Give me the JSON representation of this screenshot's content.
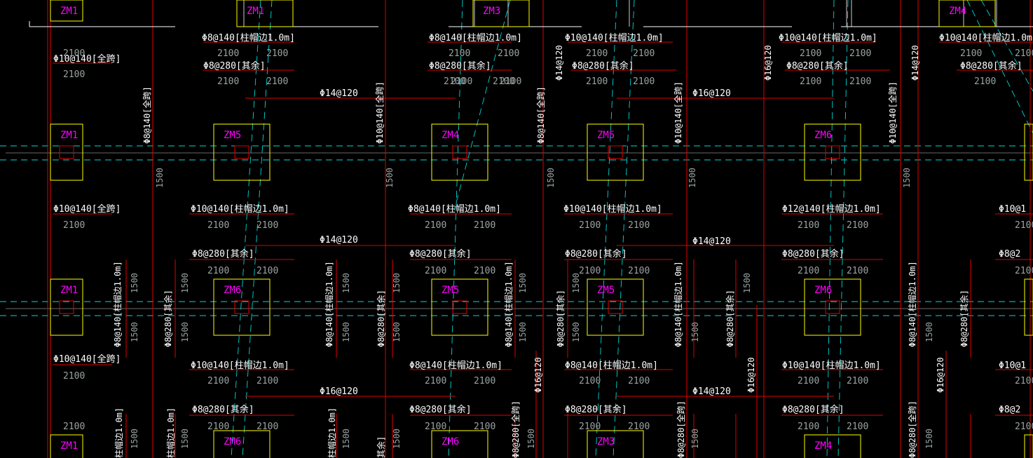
{
  "colors": {
    "background": "#000000",
    "rebar_red": "#e00000",
    "pad_yellow": "#ffff00",
    "axis_cyan": "#00d7d7",
    "label_magenta": "#ff00ff",
    "text_white": "#ffffff",
    "dim_gray": "#9aa3a3"
  },
  "pads": [
    {
      "label": "ZM1"
    },
    {
      "label": "ZM1"
    },
    {
      "label": "ZM3"
    },
    {
      "label": "ZM4"
    },
    {
      "label": "ZM1"
    },
    {
      "label": "ZM5"
    },
    {
      "label": "ZM4"
    },
    {
      "label": "ZM5"
    },
    {
      "label": "ZM6"
    },
    {
      "label": "ZM1"
    },
    {
      "label": "ZM6"
    },
    {
      "label": "ZM5"
    },
    {
      "label": "ZM5"
    },
    {
      "label": "ZM6"
    },
    {
      "label": "ZM1"
    },
    {
      "label": "ZM6"
    },
    {
      "label": "ZM6"
    },
    {
      "label": "ZM3"
    },
    {
      "label": "ZM4"
    }
  ],
  "horizontal_labels": [
    {
      "text": "Φ8@140[柱帽边1.0m]"
    },
    {
      "text": "Φ8@140[柱帽边1.0m]"
    },
    {
      "text": "Φ10@140[柱帽边1.0m]"
    },
    {
      "text": "Φ10@140[柱帽边1.0m]"
    },
    {
      "text": "Φ10@140[柱帽边1.0m]"
    },
    {
      "text": "Φ10@140[全跨]"
    },
    {
      "text": "Φ8@280[其余]"
    },
    {
      "text": "Φ8@280[其余]"
    },
    {
      "text": "Φ8@280[其余]"
    },
    {
      "text": "Φ8@280[其余]"
    },
    {
      "text": "Φ8@280[其余]"
    },
    {
      "text": "Φ14@120"
    },
    {
      "text": "Φ16@120"
    },
    {
      "text": "Φ10@140[全跨]"
    },
    {
      "text": "Φ10@140[柱帽边1.0m]"
    },
    {
      "text": "Φ8@140[柱帽边1.0m]"
    },
    {
      "text": "Φ10@140[柱帽边1.0m]"
    },
    {
      "text": "Φ12@140[柱帽边1.0m]"
    },
    {
      "text": "Φ10@1"
    },
    {
      "text": "Φ14@120"
    },
    {
      "text": "Φ14@120"
    },
    {
      "text": "Φ8@280[其余]"
    },
    {
      "text": "Φ8@280[其余]"
    },
    {
      "text": "Φ8@280[其余]"
    },
    {
      "text": "Φ8@280[其余]"
    },
    {
      "text": "Φ8@2"
    },
    {
      "text": "Φ10@140[全跨]"
    },
    {
      "text": "Φ10@140[柱帽边1.0m]"
    },
    {
      "text": "Φ8@140[柱帽边1.0m]"
    },
    {
      "text": "Φ8@140[柱帽边1.0m]"
    },
    {
      "text": "Φ10@140[柱帽边1.0m]"
    },
    {
      "text": "Φ10@1"
    },
    {
      "text": "Φ16@120"
    },
    {
      "text": "Φ14@120"
    },
    {
      "text": "Φ8@280[其余]"
    },
    {
      "text": "Φ8@280[其余]"
    },
    {
      "text": "Φ8@280[其余]"
    },
    {
      "text": "Φ8@280[其余]"
    },
    {
      "text": "Φ8@2"
    }
  ],
  "dimension_labels": [
    {
      "text": "2100"
    },
    {
      "text": "2100"
    },
    {
      "text": "2100"
    },
    {
      "text": "2100"
    },
    {
      "text": "2100"
    },
    {
      "text": "2100"
    },
    {
      "text": "2100"
    },
    {
      "text": "2100"
    },
    {
      "text": "2100"
    },
    {
      "text": "2100"
    },
    {
      "text": "2100"
    },
    {
      "text": "2100"
    },
    {
      "text": "2100"
    },
    {
      "text": "2100"
    },
    {
      "text": "2100"
    },
    {
      "text": "2100"
    },
    {
      "text": "2100"
    },
    {
      "text": "2100"
    },
    {
      "text": "2100"
    },
    {
      "text": "2100"
    },
    {
      "text": "2100"
    },
    {
      "text": "2100"
    },
    {
      "text": "2100"
    },
    {
      "text": "2100"
    },
    {
      "text": "2100"
    },
    {
      "text": "2100"
    },
    {
      "text": "2100"
    },
    {
      "text": "2100"
    },
    {
      "text": "2100"
    },
    {
      "text": "2100"
    },
    {
      "text": "2100"
    },
    {
      "text": "2100"
    },
    {
      "text": "2100"
    },
    {
      "text": "2100"
    },
    {
      "text": "2100"
    },
    {
      "text": "2100"
    },
    {
      "text": "2100"
    },
    {
      "text": "2100"
    },
    {
      "text": "2100"
    },
    {
      "text": "2100"
    },
    {
      "text": "2100"
    },
    {
      "text": "2100"
    },
    {
      "text": "2100"
    },
    {
      "text": "2100"
    },
    {
      "text": "2100"
    },
    {
      "text": "2100"
    },
    {
      "text": "2100"
    },
    {
      "text": "2100"
    },
    {
      "text": "2100"
    },
    {
      "text": "2100"
    },
    {
      "text": "2100"
    },
    {
      "text": "2100"
    },
    {
      "text": "2100"
    },
    {
      "text": "2100"
    },
    {
      "text": "2100"
    },
    {
      "text": "2100"
    },
    {
      "text": "2100"
    },
    {
      "text": "2100"
    },
    {
      "text": "2100"
    },
    {
      "text": "2100"
    },
    {
      "text": "2100"
    },
    {
      "text": "2100"
    }
  ],
  "vertical_labels": [
    {
      "text": "Φ8@140[全跨]"
    },
    {
      "text": "Φ10@140[全跨]"
    },
    {
      "text": "Φ8@140[全跨]"
    },
    {
      "text": "Φ10@140[全跨]"
    },
    {
      "text": "Φ10@140[全跨]"
    },
    {
      "text": "Φ14@120"
    },
    {
      "text": "Φ16@120"
    },
    {
      "text": "Φ14@120"
    },
    {
      "text": "Φ8@140[柱帽边1.0m]"
    },
    {
      "text": "Φ8@280[其余]"
    },
    {
      "text": "Φ8@140[柱帽边1.0m]"
    },
    {
      "text": "Φ8@280[其余]"
    },
    {
      "text": "Φ8@140[柱帽边1.0m]"
    },
    {
      "text": "Φ8@280[其余]"
    },
    {
      "text": "Φ8@140[柱帽边1.0m]"
    },
    {
      "text": "Φ8@280[其余]"
    },
    {
      "text": "Φ8@140[柱帽边1.0m]"
    },
    {
      "text": "Φ8@280[其余]"
    },
    {
      "text": "Φ16@120"
    },
    {
      "text": "Φ16@120"
    },
    {
      "text": "Φ16@120"
    },
    {
      "text": "柱帽边1.0m]"
    },
    {
      "text": "柱帽边1.0m]"
    },
    {
      "text": "其余]"
    },
    {
      "text": "Φ8@280[全跨]"
    },
    {
      "text": "Φ8@280[全跨]"
    },
    {
      "text": "Φ8@280[全跨]"
    },
    {
      "text": "柱帽边1.0m]"
    }
  ],
  "vertical_dims": [
    {
      "text": "1500"
    },
    {
      "text": "1500"
    },
    {
      "text": "1500"
    },
    {
      "text": "1500"
    },
    {
      "text": "1500"
    },
    {
      "text": "1500"
    },
    {
      "text": "1500"
    },
    {
      "text": "1500"
    },
    {
      "text": "1500"
    },
    {
      "text": "1500"
    },
    {
      "text": "1500"
    },
    {
      "text": "1500"
    },
    {
      "text": "1500"
    },
    {
      "text": "1500"
    },
    {
      "text": "1500"
    },
    {
      "text": "1500"
    },
    {
      "text": "1500"
    },
    {
      "text": "1500"
    },
    {
      "text": "1500"
    },
    {
      "text": "1500"
    },
    {
      "text": "1500"
    },
    {
      "text": "1500"
    },
    {
      "text": "1500"
    },
    {
      "text": "1500"
    },
    {
      "text": "1500"
    },
    {
      "text": "1500"
    },
    {
      "text": "1500"
    }
  ]
}
